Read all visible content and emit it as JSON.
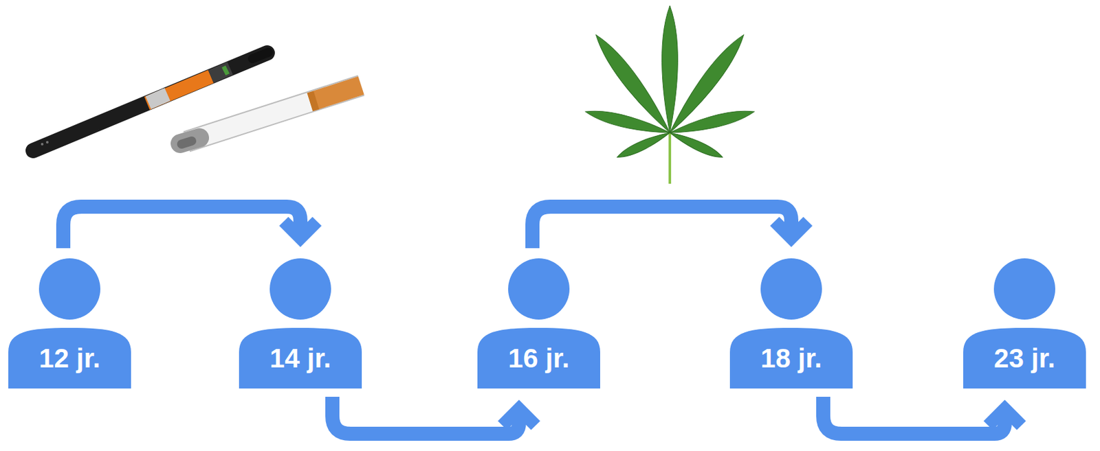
{
  "diagram": {
    "nodes": [
      {
        "text": [
          "12 jr."
        ]
      },
      {
        "text": [
          "14 jr."
        ]
      },
      {
        "text": [
          "16 jr."
        ]
      },
      {
        "text": [
          "18 jr."
        ]
      },
      {
        "text": [
          "23 jr."
        ]
      }
    ],
    "edges": [
      {
        "from": 0,
        "to": 1,
        "arrow": "to"
      },
      {
        "from": 1,
        "to": 2,
        "arrow": "to"
      },
      {
        "from": 2,
        "to": 3,
        "arrow": "to"
      },
      {
        "from": 3,
        "to": 4,
        "arrow": "to"
      }
    ]
  }
}
